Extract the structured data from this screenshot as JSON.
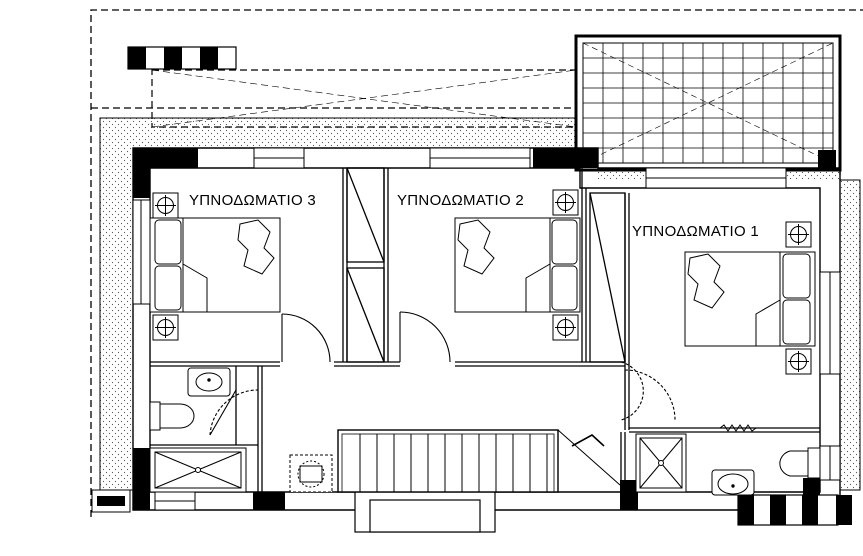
{
  "plan": {
    "rooms": [
      {
        "id": "bedroom-3",
        "label": "ΥΠΝΟΔΩΜΑΤΙΟ 3"
      },
      {
        "id": "bedroom-2",
        "label": "ΥΠΝΟΔΩΜΑΤΙΟ 2"
      },
      {
        "id": "bedroom-1",
        "label": "ΥΠΝΟΔΩΜΑΤΙΟ 1"
      }
    ],
    "symbols": [
      "double-bed",
      "bedside-lamp",
      "pillow",
      "toilet",
      "washbasin",
      "shower-tray",
      "staircase",
      "swing-door",
      "window",
      "wardrobe",
      "terrace-pergola",
      "solar-water-heater"
    ]
  }
}
